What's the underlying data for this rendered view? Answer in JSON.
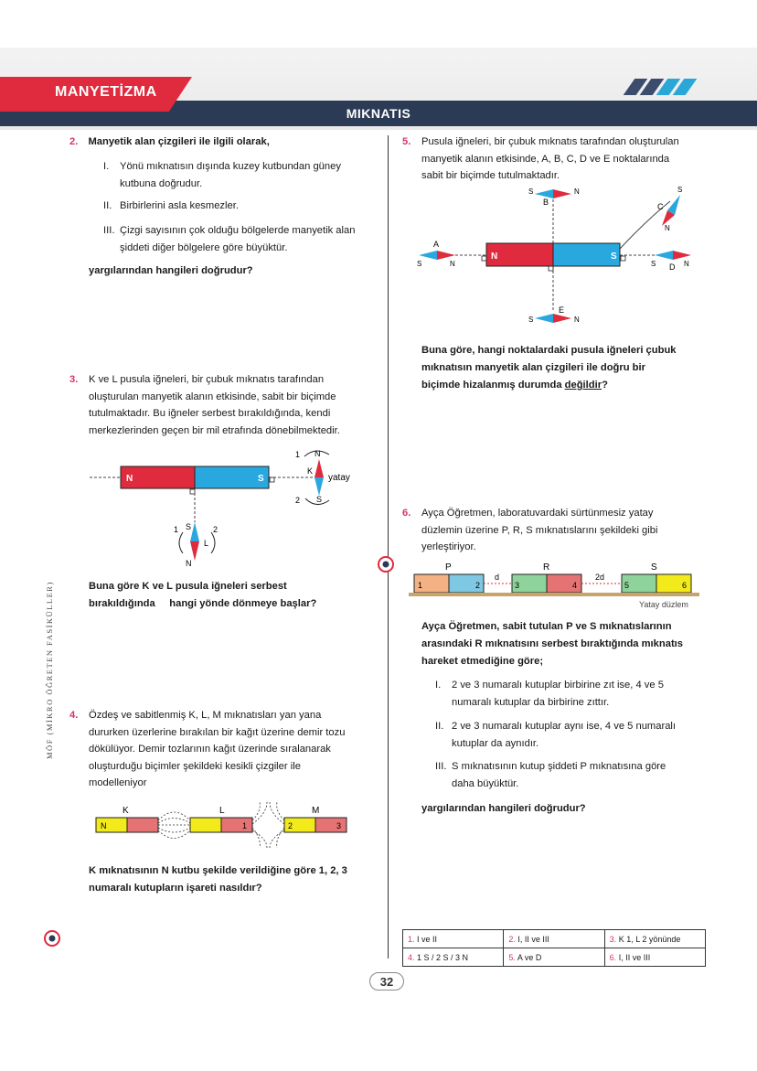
{
  "header": {
    "unit": "MANYETİZMA",
    "topic": "MIKNATIS"
  },
  "side_text": "MÖF (MİKRO ÖĞRETEN FASİKÜLLER)",
  "page_number": "32",
  "q2": {
    "num": "2.",
    "stem": "Manyetik alan çizgileri ile ilgili olarak,",
    "items": [
      {
        "rn": "I.",
        "line1": "Yönü mıknatısın dışında kuzey kutbundan güney",
        "line2": "kutbuna doğrudur."
      },
      {
        "rn": "II.",
        "line1": "Birbirlerini asla kesmezler.",
        "line2": ""
      },
      {
        "rn": "III.",
        "line1": "Çizgi sayısının çok olduğu bölgelerde manyetik alan",
        "line2": "şiddeti diğer bölgelere göre büyüktür."
      }
    ],
    "ask": "yargılarından hangileri doğrudur?"
  },
  "q3": {
    "num": "3.",
    "lines": [
      "K ve L pusula iğneleri, bir çubuk mıknatıs tarafından",
      "oluşturulan manyetik alanın etkisinde, sabit bir biçimde",
      "tutulmaktadır. Bu iğneler serbest bırakıldığında, kendi",
      "merkezlerinden  geçen bir mil etrafında dönebilmektedir."
    ],
    "ask1": "Buna göre K ve L pusula iğneleri serbest",
    "ask2": "bırakıldığında     hangi yönde dönmeye başlar?",
    "fig": {
      "N": "N",
      "S": "S",
      "K": "K",
      "L": "L",
      "yatay": "yatay",
      "one": "1",
      "two": "2"
    }
  },
  "q4": {
    "num": "4.",
    "lines": [
      "Özdeş ve sabitlenmiş K, L, M mıknatısları yan yana",
      "dururken üzerlerine bırakılan bir kağıt üzerine demir tozu",
      "dökülüyor. Demir tozlarının kağıt üzerinde sıralanarak",
      "oluşturduğu biçimler şekildeki kesikli çizgiler ile",
      "modelleniyor"
    ],
    "ask1": "K mıknatısının N kutbu şekilde verildiğine göre 1, 2, 3",
    "ask2": "numaralı kutupların işareti nasıldır?",
    "fig": {
      "K": "K",
      "L": "L",
      "M": "M",
      "N": "N",
      "one": "1",
      "two": "2",
      "three": "3"
    }
  },
  "q5": {
    "num": "5.",
    "lines": [
      "Pusula iğneleri, bir çubuk mıknatıs tarafından oluşturulan",
      "manyetik alanın etkisinde, A, B, C, D ve E noktalarında",
      "sabit bir biçimde tutulmaktadır."
    ],
    "ask1": "Buna göre, hangi noktalardaki pusula iğneleri çubuk",
    "ask2": "mıknatısın manyetik alan çizgileri ile doğru bir",
    "ask3a": "biçimde hizalanmış durumda ",
    "ask3b": "değildir",
    "ask3c": "?",
    "fig": {
      "A": "A",
      "B": "B",
      "C": "C",
      "D": "D",
      "E": "E",
      "N": "N",
      "S": "S"
    }
  },
  "q6": {
    "num": "6.",
    "lines": [
      "Ayça Öğretmen, laboratuvardaki sürtünmesiz yatay",
      "düzlemin üzerine P, R, S mıknatıslarını şekildeki gibi",
      "yerleştiriyor."
    ],
    "bold1": "Ayça Öğretmen, sabit tutulan P ve S mıknatıslarının",
    "bold2": "arasındaki R mıknatısını serbest bıraktığında mıknatıs",
    "bold3": "hareket etmediğine göre;",
    "items": [
      {
        "rn": "I.",
        "line1": "2 ve 3 numaralı kutuplar birbirine zıt ise, 4 ve 5",
        "line2": "numaralı kutuplar da birbirine zıttır."
      },
      {
        "rn": "II.",
        "line1": "2 ve 3 numaralı kutuplar aynı ise, 4 ve 5 numaralı",
        "line2": "kutuplar da aynıdır."
      },
      {
        "rn": "III.",
        "line1": "S mıknatısının kutup şiddeti P mıknatısına göre",
        "line2": "daha büyüktür."
      }
    ],
    "ask": "yargılarından hangileri doğrudur?",
    "fig": {
      "P": "P",
      "R": "R",
      "S": "S",
      "d": "d",
      "d2": "2d",
      "n1": "1",
      "n2": "2",
      "n3": "3",
      "n4": "4",
      "n5": "5",
      "n6": "6",
      "plane": "Yatay düzlem"
    }
  },
  "answers": [
    {
      "num": "1.",
      "text": "I ve II"
    },
    {
      "num": "2.",
      "text": "I, II ve III"
    },
    {
      "num": "3.",
      "text": "K 1, L 2 yönünde"
    },
    {
      "num": "4.",
      "text": "1 S / 2 S / 3 N"
    },
    {
      "num": "5.",
      "text": "A ve D"
    },
    {
      "num": "6.",
      "text": "I, II ve III"
    }
  ],
  "colors": {
    "red": "#e02a3d",
    "blue": "#29a8e0",
    "yellow": "#f2ea1a",
    "pink": "#e57373",
    "green": "#8ed39b",
    "brown": "#c8a46a",
    "navy": "#2b3a55"
  }
}
